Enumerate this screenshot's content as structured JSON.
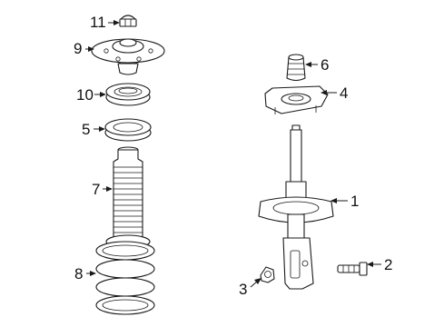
{
  "diagram": {
    "callouts": {
      "p1": "1",
      "p2": "2",
      "p3": "3",
      "p4": "4",
      "p5": "5",
      "p6": "6",
      "p7": "7",
      "p8": "8",
      "p9": "9",
      "p10": "10",
      "p11": "11"
    }
  }
}
